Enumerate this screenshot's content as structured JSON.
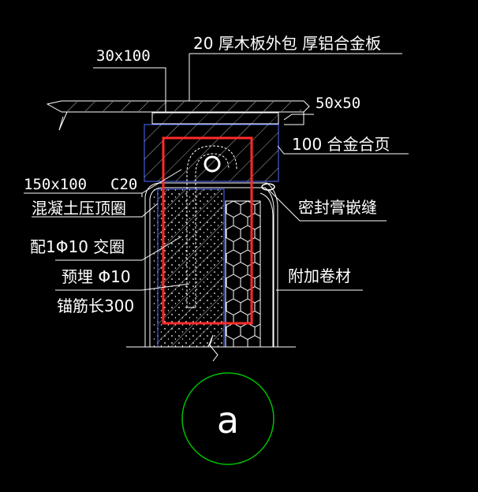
{
  "drawing": {
    "labels": {
      "top_note": "20  厚木板外包  厚铝合金板",
      "board_dim": "30x100",
      "angle_dim": "50x50",
      "cap_label": "100  合金合页",
      "beam_dim": "150x100",
      "concrete_grade": "C20",
      "ring_beam": "混凝土压顶圈",
      "rebar": "配1Φ10  交圈",
      "embed": "预埋  Φ10",
      "anchor": "锚筋长300",
      "sealant": "密封膏嵌缝",
      "membrane": "附加卷材",
      "detail_mark": "a"
    },
    "colors": {
      "background": "#000000",
      "lines": "#ffffff",
      "cyan_outline": "#4f6cff",
      "highlight_box": "#ff2a2a",
      "detail_circle": "#00c000"
    }
  }
}
